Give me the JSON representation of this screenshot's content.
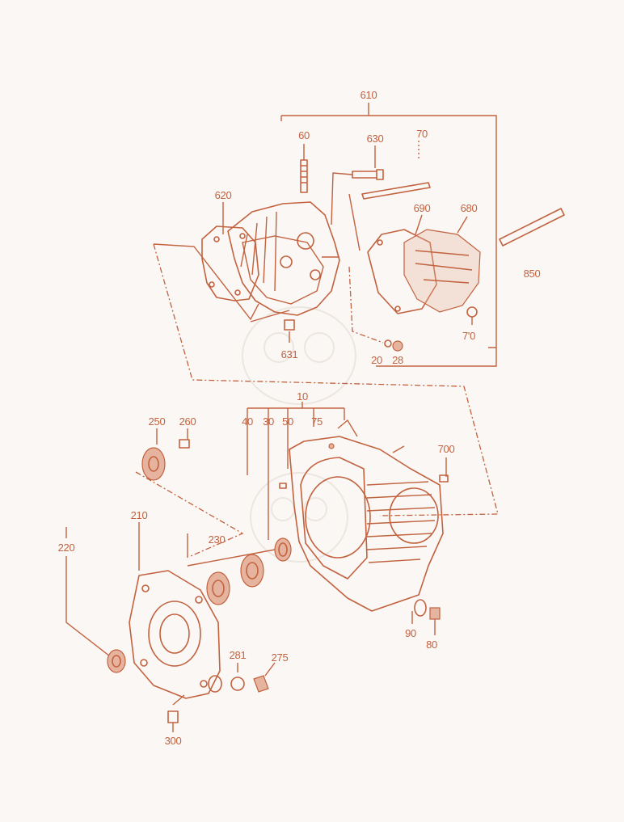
{
  "diagram": {
    "labels": {
      "l610": "610",
      "l60": "60",
      "l630": "630",
      "l70": "70",
      "l620": "620",
      "l690": "690",
      "l680": "680",
      "l850": "850",
      "l631": "631",
      "l20": "20",
      "l28": "28",
      "l70b": "7'0",
      "l10": "10",
      "l40": "40",
      "l30": "30",
      "l50": "50",
      "l75": "75",
      "l250": "250",
      "l260": "260",
      "l700": "700",
      "l210": "210",
      "l220": "220",
      "l230": "230",
      "l90": "90",
      "l80": "80",
      "l281": "281",
      "l275": "275",
      "l300": "300"
    },
    "colors": {
      "ink": "#c2623f",
      "fill": "#e6b49e",
      "background": "#faf7f4"
    }
  }
}
